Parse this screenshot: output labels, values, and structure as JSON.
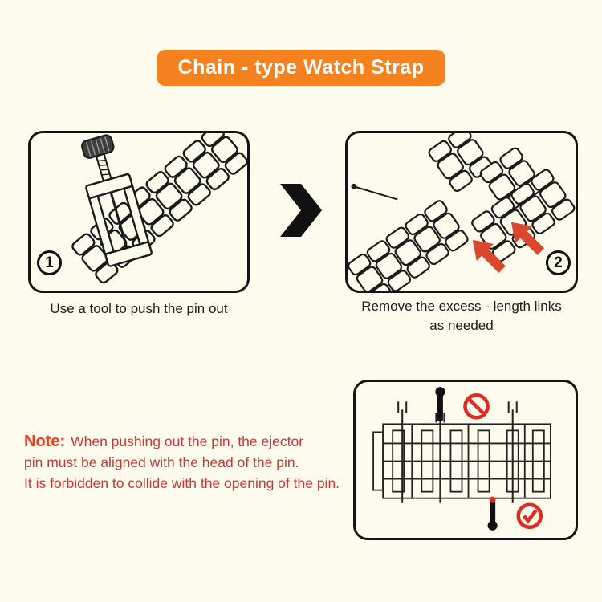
{
  "title": {
    "text": "Chain - type Watch Strap",
    "bg_color": "#F5821F",
    "text_color": "#FFFFFF"
  },
  "steps": {
    "step1": {
      "number": "1",
      "caption": "Use a tool to push the pin out"
    },
    "step2": {
      "number": "2",
      "caption_line1": "Remove the excess - length links",
      "caption_line2": "as needed"
    }
  },
  "note": {
    "label": "Note:",
    "line1": "When pushing out the pin, the ejector",
    "line2": "pin must be aligned with the head of the pin.",
    "line3": "It is forbidden to collide with the opening of the pin.",
    "label_color": "#F43B1A",
    "text_color": "#C53836"
  },
  "icons": {
    "step_arrow": "chevron-right",
    "wrong_mark": "prohibition-circle",
    "correct_mark": "check-circle",
    "icon_color": "#E02B20",
    "arrow_red": "#D9472F"
  },
  "canvas": {
    "bg_color": "#FDFAEE",
    "width": "750",
    "height": "750"
  }
}
